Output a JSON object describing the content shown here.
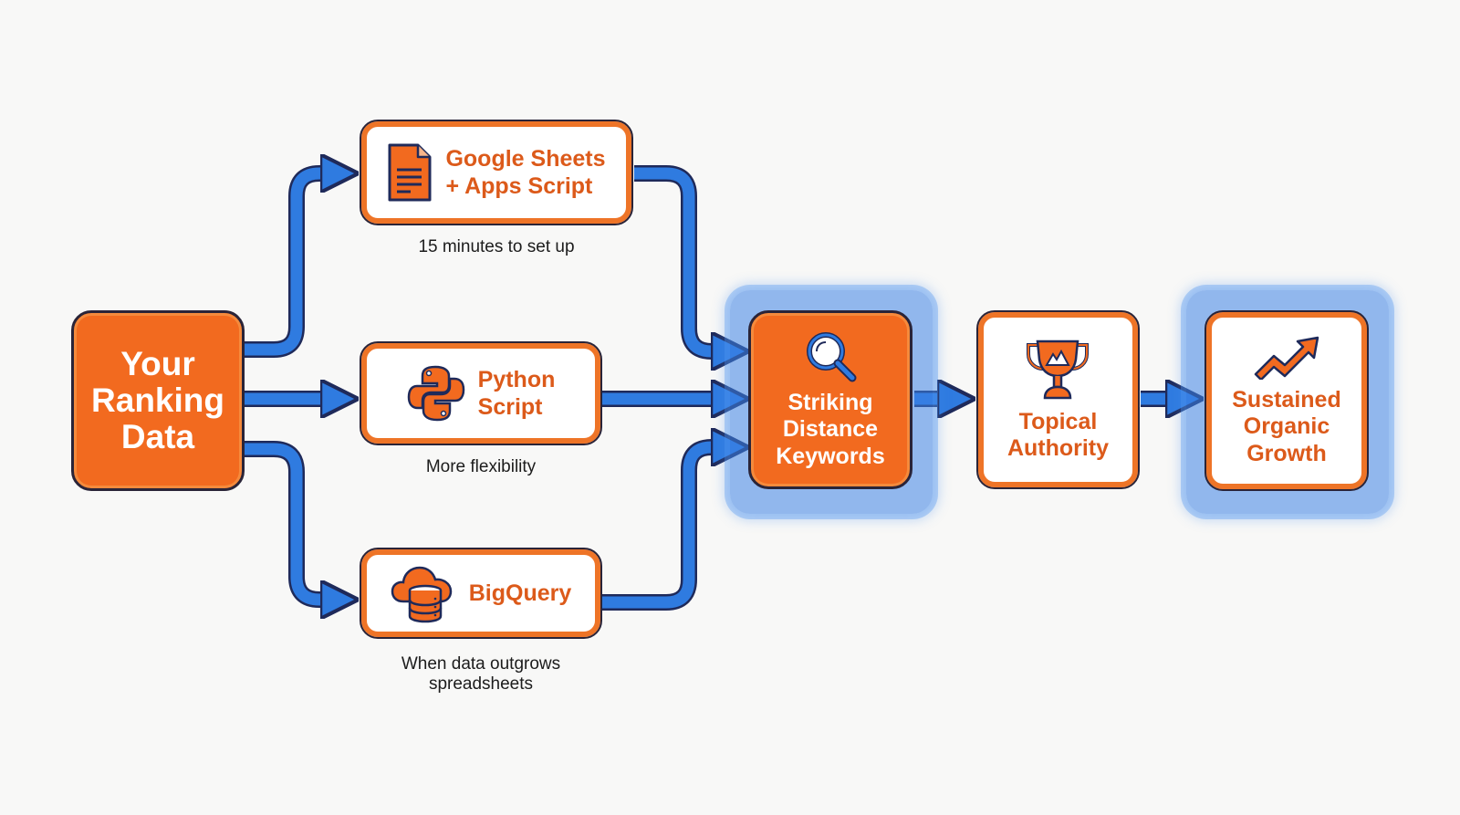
{
  "diagram": {
    "source": {
      "label_lines": [
        "Your",
        "Ranking",
        "Data"
      ]
    },
    "methods": [
      {
        "id": "sheets",
        "label_lines": [
          "Google Sheets",
          "+ Apps Script"
        ],
        "icon": "document-icon",
        "caption_lines": [
          "15 minutes to set up"
        ]
      },
      {
        "id": "python",
        "label_lines": [
          "Python",
          "Script"
        ],
        "icon": "python-icon",
        "caption_lines": [
          "More flexibility"
        ]
      },
      {
        "id": "bigquery",
        "label_lines": [
          "BigQuery"
        ],
        "icon": "cloud-database-icon",
        "caption_lines": [
          "When data outgrows",
          "spreadsheets"
        ]
      }
    ],
    "pipeline": [
      {
        "id": "striking",
        "label_lines": [
          "Striking",
          "Distance",
          "Keywords"
        ],
        "icon": "magnifier-icon",
        "style": "filled",
        "highlight": true
      },
      {
        "id": "authority",
        "label_lines": [
          "Topical",
          "Authority"
        ],
        "icon": "trophy-icon",
        "style": "outlined",
        "highlight": false
      },
      {
        "id": "growth",
        "label_lines": [
          "Sustained",
          "Organic",
          "Growth"
        ],
        "icon": "trend-up-icon",
        "style": "outlined",
        "highlight": true
      }
    ],
    "colors": {
      "orange": "#f26a1f",
      "orange_text": "#dc5a1a",
      "arrow_blue": "#2f7be0",
      "outline_dark": "#1f2a5a",
      "highlight_blue": "#3c82e6"
    }
  }
}
